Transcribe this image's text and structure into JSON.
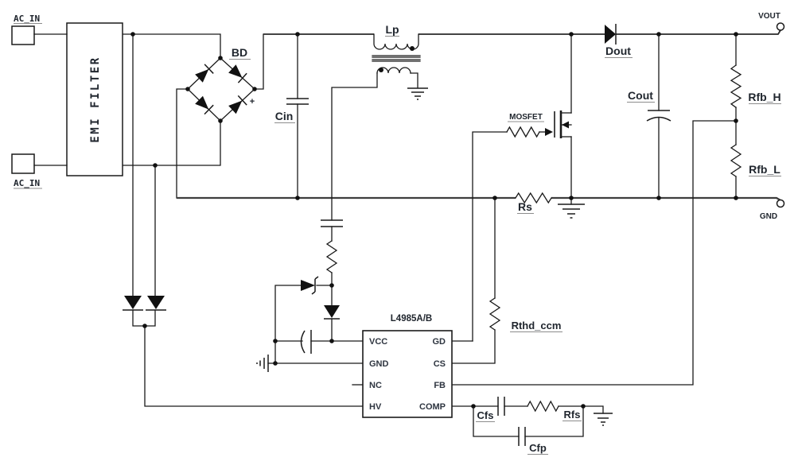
{
  "schematic": {
    "terminals": {
      "ac_in_top": "AC_IN",
      "ac_in_bottom": "AC_IN",
      "vout": "VOUT",
      "gnd": "GND"
    },
    "blocks": {
      "emi_filter": "EMI FILTER"
    },
    "ic": {
      "name": "L4985A/B",
      "pins": {
        "vcc": "VCC",
        "gnd": "GND",
        "nc": "NC",
        "hv": "HV",
        "gd": "GD",
        "cs": "CS",
        "fb": "FB",
        "comp": "COMP"
      }
    },
    "components": {
      "bd": "BD",
      "lp": "Lp",
      "cin": "Cin",
      "mosfet": "MOSFET",
      "dout": "Dout",
      "cout": "Cout",
      "rfb_h": "Rfb_H",
      "rfb_l": "Rfb_L",
      "rs": "Rs",
      "rthd_ccm": "Rthd_ccm",
      "cfs": "Cfs",
      "rfs": "Rfs",
      "cfp": "Cfp"
    },
    "annotations": {
      "bridge_plus": "+"
    },
    "colors": {
      "wire": "#1a1a1a",
      "rail": "#3e3e3e",
      "text": "#20262e",
      "underline": "#8c8c8c",
      "background": "#ffffff"
    }
  }
}
